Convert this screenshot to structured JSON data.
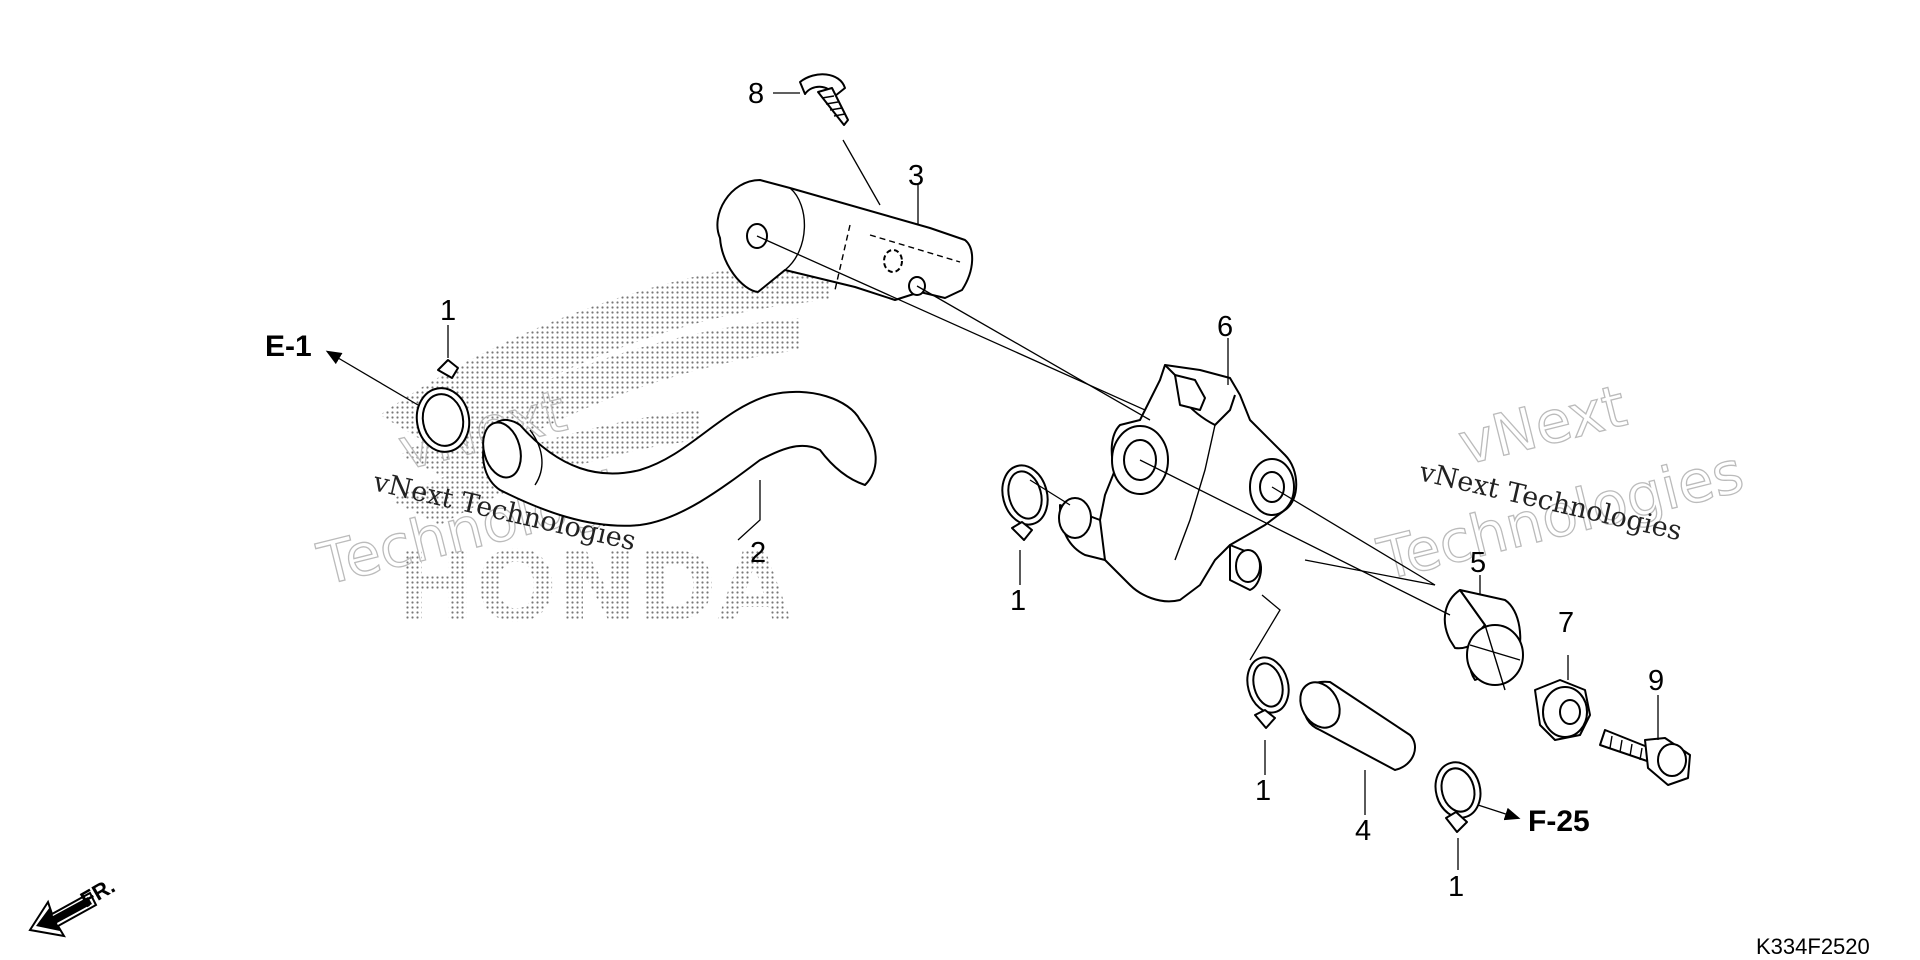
{
  "parts": {
    "p1a": "1",
    "p1b": "1",
    "p1c": "1",
    "p1d": "1",
    "p2": "2",
    "p3": "3",
    "p4": "4",
    "p5": "5",
    "p6": "6",
    "p7": "7",
    "p8": "8",
    "p9": "9"
  },
  "refs": {
    "e1": "E-1",
    "f25": "F-25"
  },
  "direction": {
    "front": "FR."
  },
  "code": "K334F2520",
  "watermark": {
    "company": "vNext Technologies",
    "line1": "vNext",
    "line2": "Technologies"
  },
  "brand": "HONDA"
}
